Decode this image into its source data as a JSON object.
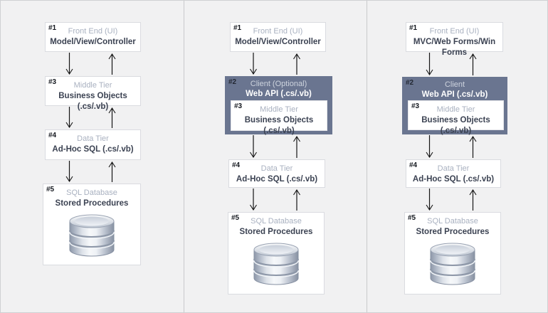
{
  "colors": {
    "background": "#f1f1f2",
    "panel_divider": "#c9cacc",
    "box_background": "#ffffff",
    "box_border": "#dadbe0",
    "client_box_background": "#6a7590",
    "box_number": "#14181f",
    "title_muted": "#a9b1c0",
    "subtitle_dark": "#3b4252",
    "dark_title": "#ced4de",
    "dark_subtitle": "#ffffff",
    "arrow": "#151515"
  },
  "icons": {
    "database": "database-icon"
  },
  "columns": [
    {
      "boxes": [
        {
          "num": "#1",
          "title": "Front End (UI)",
          "subtitle": "Model/View/Controller"
        },
        {
          "num": "#3",
          "title": "Middle Tier",
          "subtitle": "Business Objects (.cs/.vb)"
        },
        {
          "num": "#4",
          "title": "Data Tier",
          "subtitle": "Ad-Hoc SQL (.cs/.vb)"
        },
        {
          "num": "#5",
          "title": "SQL Database",
          "subtitle": "Stored Procedures"
        }
      ]
    },
    {
      "boxes": [
        {
          "num": "#1",
          "title": "Front End (UI)",
          "subtitle": "Model/View/Controller"
        },
        {
          "num": "#2",
          "title": "Client (Optional)",
          "subtitle": "Web API (.cs/.vb)",
          "nested": {
            "num": "#3",
            "title": "Middle Tier",
            "subtitle": "Business Objects (.cs/.vb)"
          }
        },
        {
          "num": "#4",
          "title": "Data Tier",
          "subtitle": "Ad-Hoc SQL (.cs/.vb)"
        },
        {
          "num": "#5",
          "title": "SQL Database",
          "subtitle": "Stored Procedures"
        }
      ]
    },
    {
      "boxes": [
        {
          "num": "#1",
          "title": "Front End (UI)",
          "subtitle": "MVC/Web Forms/Win Forms"
        },
        {
          "num": "#2",
          "title": "Client",
          "subtitle": "Web API (.cs/.vb)",
          "nested": {
            "num": "#3",
            "title": "Middle Tier",
            "subtitle": "Business Objects (.cs/.vb)"
          }
        },
        {
          "num": "#4",
          "title": "Data Tier",
          "subtitle": "Ad-Hoc SQL (.cs/.vb)"
        },
        {
          "num": "#5",
          "title": "SQL Database",
          "subtitle": "Stored Procedures"
        }
      ]
    }
  ]
}
